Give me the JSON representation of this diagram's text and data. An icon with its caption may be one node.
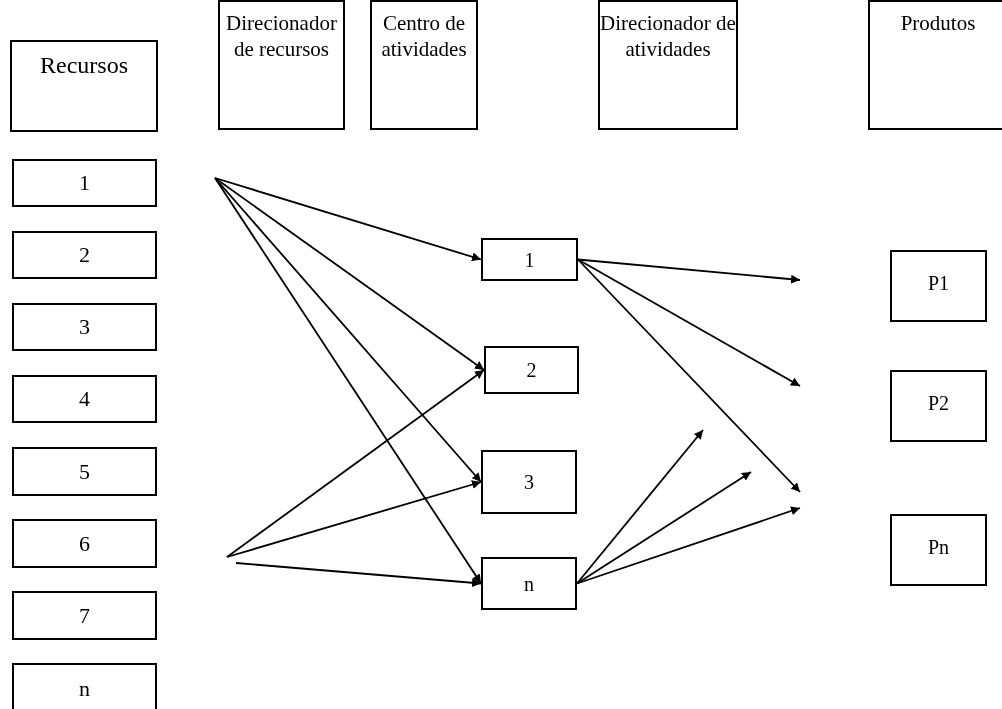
{
  "diagram": {
    "nodes": [
      {
        "text": [
          "Recursos"
        ]
      },
      {
        "text": [
          "Direcionador de recursos"
        ]
      },
      {
        "text": [
          "Centro de atividades"
        ]
      },
      {
        "text": [
          "Direcionador de atividades"
        ]
      },
      {
        "text": [
          "Produtos"
        ]
      },
      {
        "text": [
          "1"
        ]
      },
      {
        "text": [
          "2"
        ]
      },
      {
        "text": [
          "3"
        ]
      },
      {
        "text": [
          "4"
        ]
      },
      {
        "text": [
          "5"
        ]
      },
      {
        "text": [
          "6"
        ]
      },
      {
        "text": [
          "7"
        ]
      },
      {
        "text": [
          "n"
        ]
      },
      {
        "text": [
          "1"
        ]
      },
      {
        "text": [
          "2"
        ]
      },
      {
        "text": [
          "3"
        ]
      },
      {
        "text": [
          "n"
        ]
      },
      {
        "text": [
          "P1"
        ]
      },
      {
        "text": [
          "P2"
        ]
      },
      {
        "text": [
          "Pn"
        ]
      }
    ],
    "edges": [
      {
        "from": null,
        "to": 13,
        "arrow": "to"
      },
      {
        "from": null,
        "to": 14,
        "arrow": "to"
      },
      {
        "from": null,
        "to": 15,
        "arrow": "to"
      },
      {
        "from": null,
        "to": 16,
        "arrow": "to"
      },
      {
        "from": null,
        "to": 14,
        "arrow": "to"
      },
      {
        "from": null,
        "to": 15,
        "arrow": "to"
      },
      {
        "from": null,
        "to": 16,
        "arrow": "to"
      },
      {
        "from": 13,
        "to": null,
        "arrow": "to"
      },
      {
        "from": 13,
        "to": null,
        "arrow": "to"
      },
      {
        "from": 13,
        "to": null,
        "arrow": "to"
      },
      {
        "from": 16,
        "to": null,
        "arrow": "to"
      },
      {
        "from": 16,
        "to": null,
        "arrow": "to"
      },
      {
        "from": 16,
        "to": null,
        "arrow": "to"
      }
    ]
  }
}
